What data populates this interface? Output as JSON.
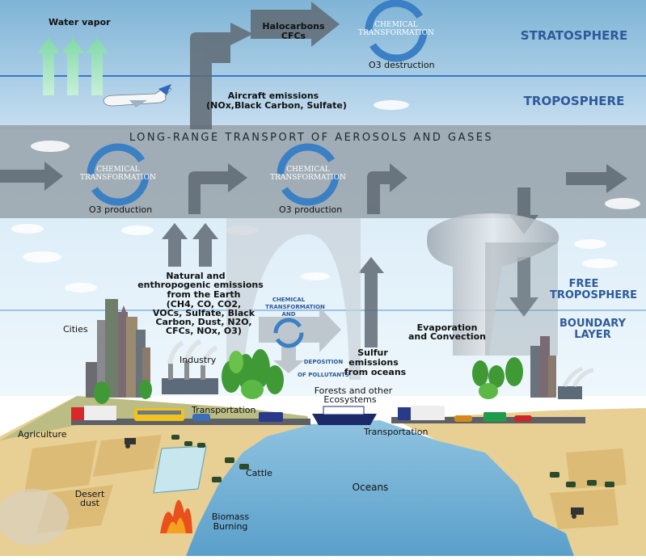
{
  "layers": {
    "stratosphere": "STRATOSPHERE",
    "troposphere": "TROPOSPHERE",
    "free_troposphere": [
      "FREE",
      "TROPOSPHERE"
    ],
    "boundary_layer": [
      "BOUNDARY",
      "LAYER"
    ]
  },
  "banner": "LONG-RANGE TRANSPORT OF AEROSOLS AND GASES",
  "labels": {
    "water_vapor": "Water vapor",
    "halocarbons": [
      "Halocarbons",
      "CFCs"
    ],
    "o3_destruction": "O3 destruction",
    "aircraft": [
      "Aircraft emissions",
      "(NOx,Black Carbon, Sulfate)"
    ],
    "o3_production": "O3 production",
    "chemical_transformation": [
      "CHEMICAL",
      "TRANSFORMATION"
    ],
    "chem_and": [
      "CHEMICAL",
      "TRANSFORMATION",
      "AND"
    ],
    "deposition": [
      "DEPOSITION",
      "OF POLLUTANTS"
    ],
    "natural": [
      "Natural and",
      "enthropogenic emissions",
      "from the Earth",
      "(CH4, CO, CO2,",
      "VOCs, Sulfate, Black",
      "Carbon, Dust, N2O,",
      "CFCs, NOx, O3)"
    ],
    "sulfur": [
      "Sulfur",
      "emissions",
      "from oceans"
    ],
    "evaporation": [
      "Evaporation",
      "and Convection"
    ],
    "cities": "Cities",
    "industry": "Industry",
    "forests": [
      "Forests and other",
      "Ecosystems"
    ],
    "transportation": "Transportation",
    "agriculture": "Agriculture",
    "cattle": "Cattle",
    "desert": [
      "Desert",
      "dust"
    ],
    "oceans": "Oceans",
    "biomass": [
      "Biomass",
      "Burning"
    ]
  }
}
